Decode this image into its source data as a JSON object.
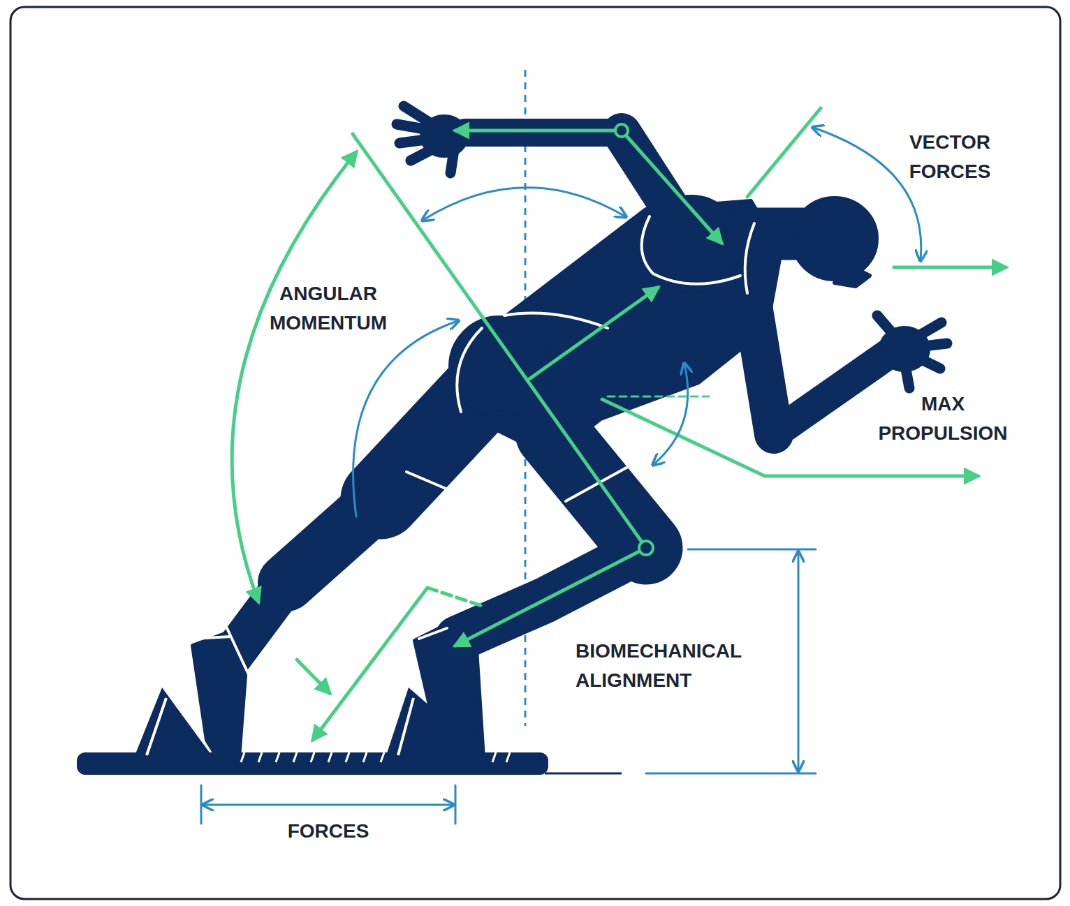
{
  "diagram": {
    "labels": [
      "VECTOR FORCES",
      "ANGULAR MOMENTUM",
      "MAX PROPULSION",
      "BIOMECHANICAL ALIGNMENT",
      "FORCES"
    ]
  }
}
